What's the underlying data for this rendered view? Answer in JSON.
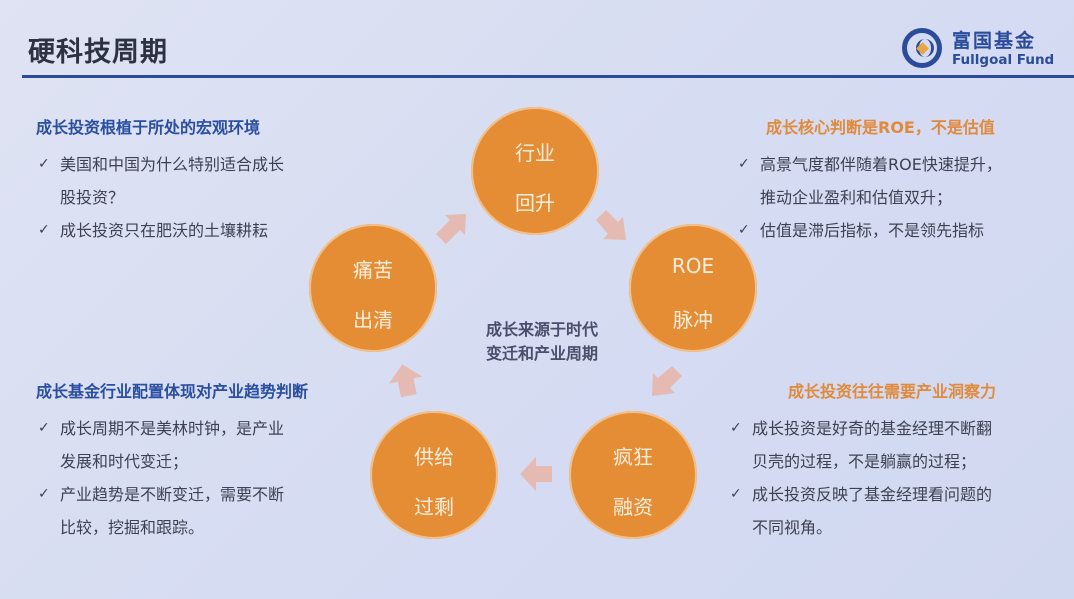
{
  "header": {
    "title": "硬科技周期",
    "logo": {
      "cn": "富国基金",
      "en": "Fullgoal Fund",
      "icon": "fullgoal-logo-icon"
    }
  },
  "colors": {
    "title_rule": "#2a4a9a",
    "blue_heading": "#2b4fa0",
    "orange_heading": "#e08a3c",
    "circle_fill": "#e58d35",
    "arrow_fill": "#e8b4a8"
  },
  "cycle": {
    "center_text": [
      "成长来源于时代",
      "变迁和产业周期"
    ],
    "nodes": [
      {
        "line1": "行业",
        "line2": "回升"
      },
      {
        "line1": "ROE",
        "line2": "脉冲"
      },
      {
        "line1": "疯狂",
        "line2": "融资"
      },
      {
        "line1": "供给",
        "line2": "过剩"
      },
      {
        "line1": "痛苦",
        "line2": "出清"
      }
    ],
    "arrow_icon": "arrow-icon"
  },
  "sections": {
    "top_left": {
      "heading": "成长投资根植于所处的宏观环境",
      "items": [
        [
          "美国和中国为什么特别适合成长",
          "股投资？"
        ],
        [
          "成长投资只在肥沃的土壤耕耘"
        ]
      ]
    },
    "top_right": {
      "heading": "成长核心判断是ROE，不是估值",
      "items": [
        [
          "高景气度都伴随着ROE快速提升，",
          "推动企业盈利和估值双升；"
        ],
        [
          "估值是滞后指标，不是领先指标"
        ]
      ]
    },
    "bottom_left": {
      "heading": "成长基金行业配置体现对产业趋势判断",
      "items": [
        [
          "成长周期不是美林时钟，是产业",
          "发展和时代变迁；"
        ],
        [
          "产业趋势是不断变迁，需要不断",
          "比较，挖掘和跟踪。"
        ]
      ]
    },
    "bottom_right": {
      "heading": "成长投资往往需要产业洞察力",
      "items": [
        [
          "成长投资是好奇的基金经理不断翻",
          "贝壳的过程，不是躺赢的过程；"
        ],
        [
          "成长投资反映了基金经理看问题的",
          "不同视角。"
        ]
      ]
    },
    "check_glyph": "✓"
  }
}
